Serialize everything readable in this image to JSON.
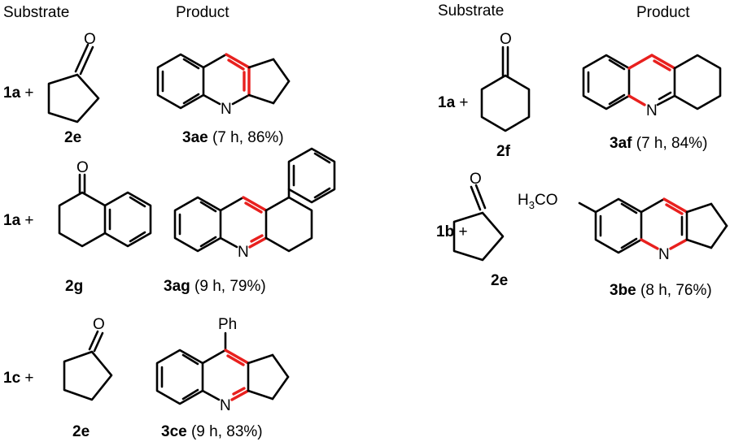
{
  "headers": {
    "left_substrate": "Substrate",
    "left_product": "Product",
    "right_substrate": "Substrate",
    "right_product": "Product"
  },
  "atoms": {
    "oxygen": "O",
    "nitrogen": "N",
    "phenyl": "Ph",
    "methoxy_h3c": "H",
    "methoxy_3": "3",
    "methoxy_co": "CO"
  },
  "plus": "+",
  "entries": [
    {
      "reactant": "1a",
      "ketone": "2e",
      "product": "3ae",
      "conditions": "(7 h, 86%)"
    },
    {
      "reactant": "1a",
      "ketone": "2f",
      "product": "3af",
      "conditions": "(7 h, 84%)"
    },
    {
      "reactant": "1a",
      "ketone": "2g",
      "product": "3ag",
      "conditions": "(9 h, 79%)"
    },
    {
      "reactant": "1b",
      "ketone": "2e",
      "product": "3be",
      "conditions": "(8 h, 76%)"
    },
    {
      "reactant": "1c",
      "ketone": "2e",
      "product": "3ce",
      "conditions": "(9 h, 83%)"
    }
  ],
  "colors": {
    "bond": "#000000",
    "highlight": "#e8201e"
  }
}
